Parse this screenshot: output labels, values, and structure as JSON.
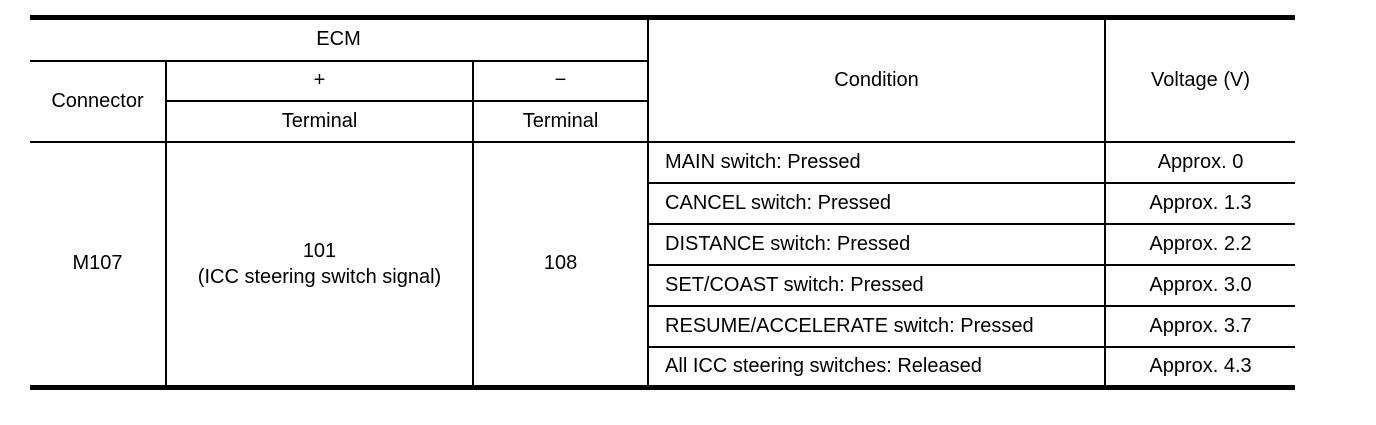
{
  "table": {
    "header": {
      "ecm": "ECM",
      "connector": "Connector",
      "plus": "+",
      "minus": "−",
      "plus_terminal": "Terminal",
      "minus_terminal": "Terminal",
      "condition": "Condition",
      "voltage": "Voltage (V)"
    },
    "body": {
      "connector": "M107",
      "plus_terminal_line1": "101",
      "plus_terminal_line2": "(ICC steering switch signal)",
      "minus_terminal": "108",
      "rows": [
        {
          "condition": "MAIN switch: Pressed",
          "voltage": "Approx. 0"
        },
        {
          "condition": "CANCEL switch: Pressed",
          "voltage": "Approx. 1.3"
        },
        {
          "condition": "DISTANCE switch: Pressed",
          "voltage": "Approx. 2.2"
        },
        {
          "condition": "SET/COAST switch: Pressed",
          "voltage": "Approx. 3.0"
        },
        {
          "condition": "RESUME/ACCELERATE switch: Pressed",
          "voltage": "Approx. 3.7"
        },
        {
          "condition": "All ICC steering switches: Released",
          "voltage": "Approx. 4.3"
        }
      ]
    }
  }
}
